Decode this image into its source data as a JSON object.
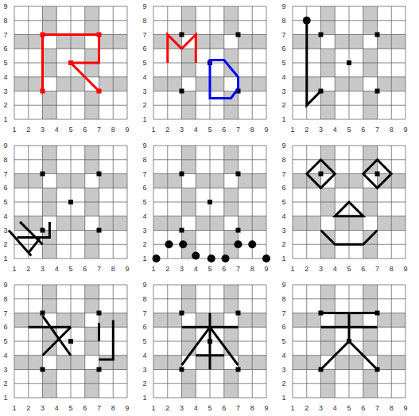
{
  "diagram": {
    "labels": [
      "9",
      "8",
      "7",
      "6",
      "5",
      "4",
      "3",
      "2",
      "1",
      "1",
      "2",
      "3",
      "4",
      "5",
      "6",
      "7",
      "8",
      "9",
      "9",
      "8",
      "7",
      "6",
      "5",
      "4",
      "3",
      "2",
      "1",
      "1",
      "2",
      "3",
      "4",
      "5",
      "6",
      "7",
      "8",
      "9",
      "9",
      "8",
      "7",
      "6",
      "5",
      "4",
      "3",
      "2",
      "1",
      "1",
      "2",
      "3",
      "4",
      "5",
      "6",
      "7",
      "8",
      "9",
      "9",
      "8",
      "7",
      "6",
      "5",
      "4",
      "3",
      "2",
      "1",
      "1",
      "2",
      "3",
      "4",
      "5",
      "6",
      "7",
      "8",
      "9",
      "9",
      "8",
      "7",
      "6",
      "5",
      "4",
      "3",
      "2",
      "1",
      "1",
      "2",
      "3",
      "4",
      "5",
      "6",
      "7",
      "8",
      "9",
      "9",
      "8",
      "7",
      "6",
      "5",
      "4",
      "3",
      "2",
      "1",
      "1",
      "2",
      "3",
      "4",
      "5",
      "6",
      "7",
      "8",
      "9",
      "9",
      "8",
      "7",
      "6",
      "5",
      "4",
      "3",
      "2",
      "1",
      "1",
      "2",
      "3",
      "4",
      "5",
      "6",
      "7",
      "8",
      "9",
      "9",
      "8",
      "7",
      "6",
      "5",
      "4",
      "3",
      "2",
      "1",
      "1",
      "2",
      "3",
      "4",
      "5",
      "6",
      "7",
      "8",
      "9",
      "9",
      "8",
      "7",
      "6",
      "5",
      "4",
      "3",
      "2",
      "1",
      "1",
      "2",
      "3",
      "4",
      "5",
      "6",
      "7",
      "8",
      "9"
    ]
  }
}
